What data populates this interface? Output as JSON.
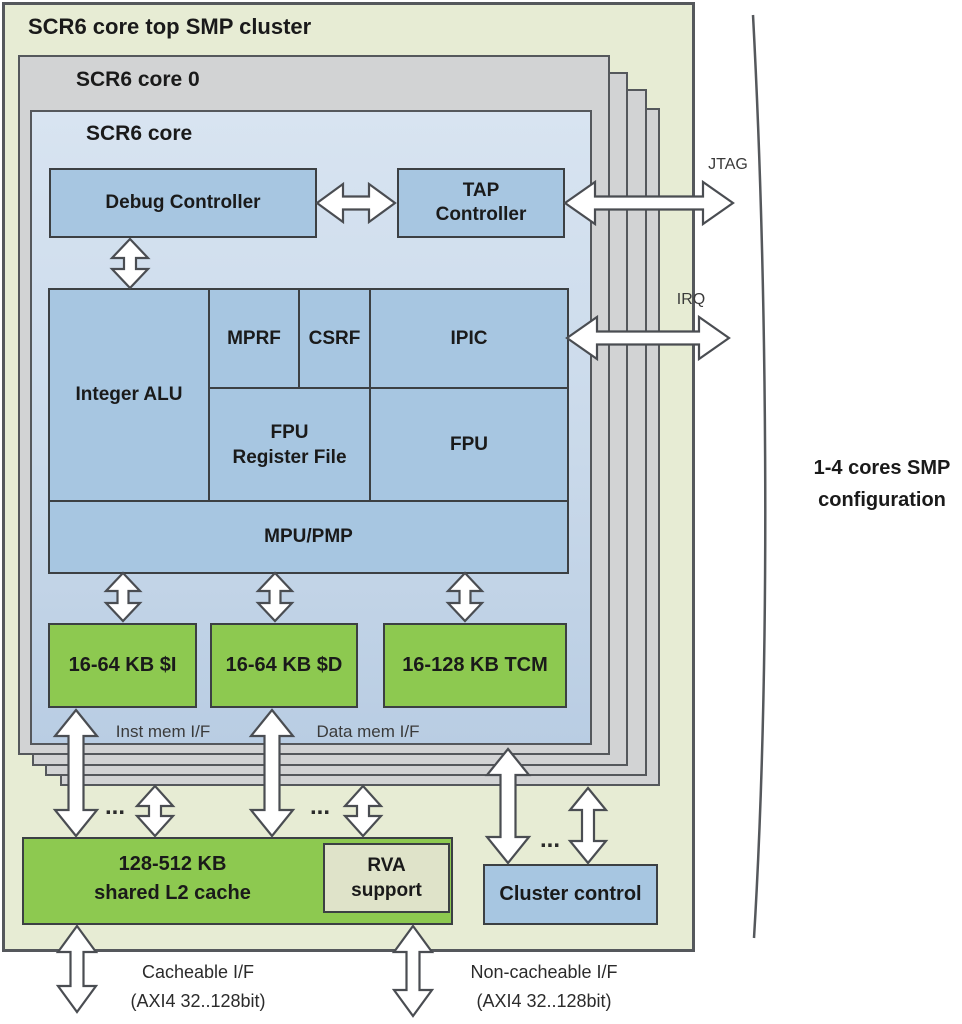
{
  "colors": {
    "olive": "#e7ecd4",
    "gray_sheet": "#d2d3d4",
    "core_blue_light": "#d8e4f1",
    "core_blue": "#b9cde3",
    "block_blue": "#a7c6e1",
    "green": "#8dc950",
    "rva_fill": "#dfe3c9",
    "border_dark": "#55585c",
    "arrow_fill": "#ffffff"
  },
  "cluster": {
    "title": "SCR6 core top SMP cluster",
    "core0_label": "SCR6 core 0",
    "core_label": "SCR6 core"
  },
  "blocks": {
    "debug_controller": "Debug Controller",
    "tap_line1": "TAP",
    "tap_line2": "Controller",
    "integer_alu": "Integer ALU",
    "mprf": "MPRF",
    "csrf": "CSRF",
    "ipic": "IPIC",
    "fpu_rf_line1": "FPU",
    "fpu_rf_line2": "Register File",
    "fpu": "FPU",
    "mpu_pmp": "MPU/PMP",
    "icache": "16-64 KB $I",
    "dcache": "16-64 KB $D",
    "tcm": "16-128 KB TCM",
    "l2_line1": "128-512 KB",
    "l2_line2": "shared L2 cache",
    "rva_line1": "RVA",
    "rva_line2": "support",
    "cluster_control": "Cluster control"
  },
  "labels": {
    "jtag": "JTAG",
    "irq": "IRQ",
    "inst_mem": "Inst mem I/F",
    "data_mem": "Data mem I/F",
    "smp_line1": "1-4 cores SMP",
    "smp_line2": "configuration",
    "cacheable_line1": "Cacheable I/F",
    "cacheable_line2": "(AXI4 32..128bit)",
    "noncacheable_line1": "Non-cacheable I/F",
    "noncacheable_line2": "(AXI4 32..128bit)",
    "dots": "..."
  }
}
